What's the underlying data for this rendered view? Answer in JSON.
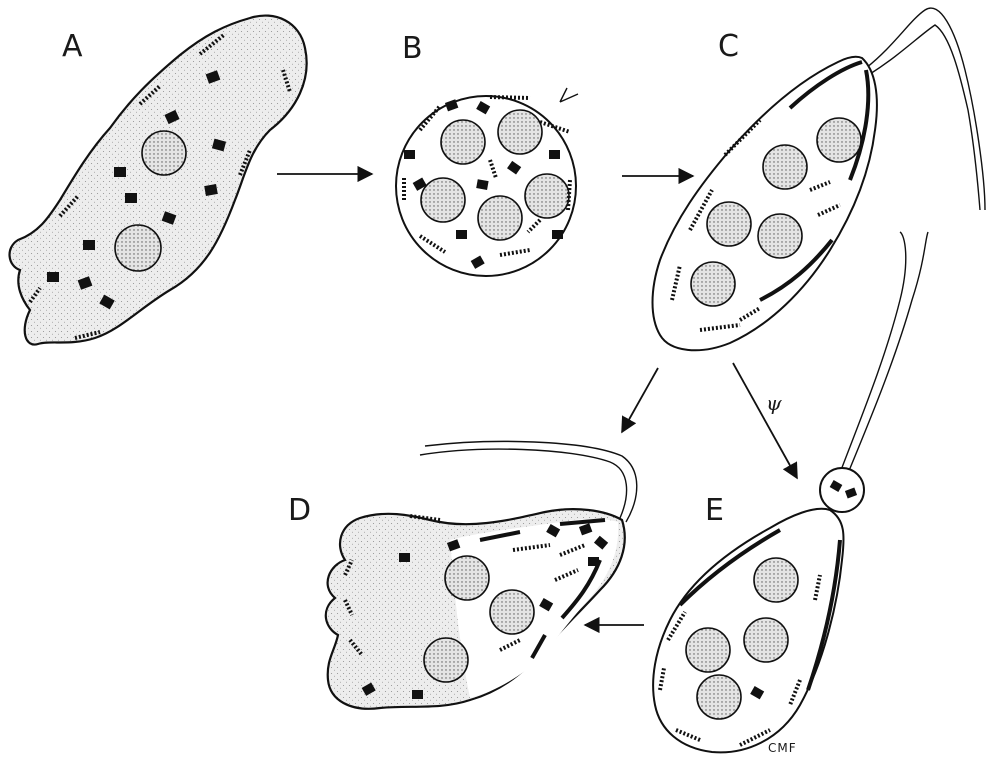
{
  "stages": [
    {
      "id": "A",
      "label": "A"
    },
    {
      "id": "B",
      "label": "B"
    },
    {
      "id": "C",
      "label": "C"
    },
    {
      "id": "D",
      "label": "D"
    },
    {
      "id": "E",
      "label": "E"
    }
  ],
  "transition_symbol": "ψ",
  "signature": "CMF",
  "colors": {
    "ink": "#111111",
    "background": "#ffffff",
    "cytoplasm": "#e9e9e9"
  }
}
